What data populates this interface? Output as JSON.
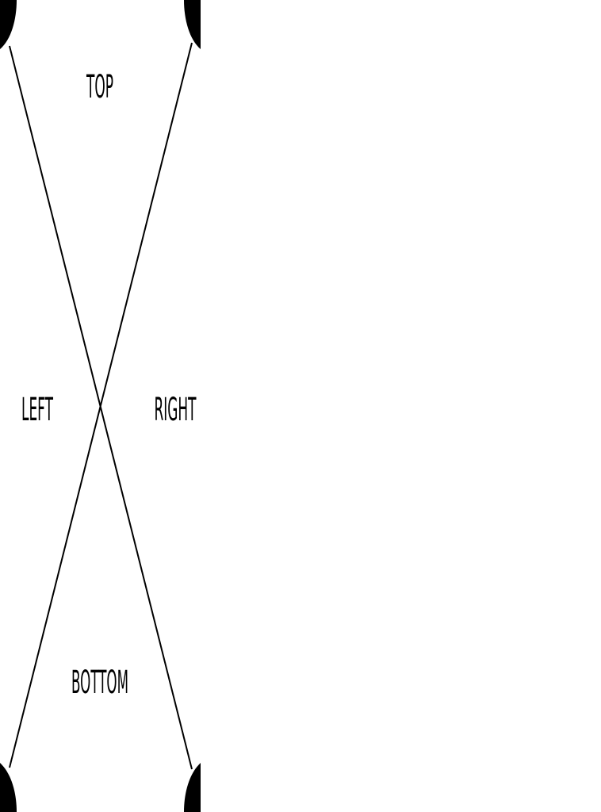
{
  "labels": {
    "top": "TOP",
    "left": "LEFT",
    "right": "RIGHT",
    "bottom": "BOTTOM"
  },
  "colors": {
    "background": "#ffffff",
    "ink": "#000000"
  }
}
